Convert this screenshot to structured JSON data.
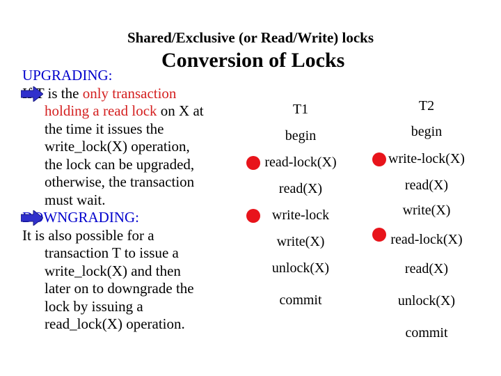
{
  "header": "Shared/Exclusive (or Read/Write) locks",
  "title": "Conversion of Locks",
  "upgrading": {
    "heading": "UPGRADING:",
    "lines": [
      {
        "t": "If T is the ",
        "r": "only transaction",
        "e": ""
      },
      {
        "t": "",
        "r": "holding a read lock",
        "e": " on X at"
      },
      {
        "t": "the time it issues the",
        "r": "",
        "e": ""
      },
      {
        "t": "write_lock(X) operation,",
        "r": "",
        "e": ""
      },
      {
        "t": "the lock can be upgraded,",
        "r": "",
        "e": ""
      },
      {
        "t": "otherwise, the transaction",
        "r": "",
        "e": ""
      },
      {
        "t": "must wait.",
        "r": "",
        "e": ""
      }
    ]
  },
  "downgrading": {
    "heading": "DOWNGRADING:",
    "lines": [
      "It is also possible for a",
      "transaction T to issue a",
      "write_lock(X) and then",
      "later on to downgrade the",
      "lock by issuing a",
      "read_lock(X) operation."
    ]
  },
  "table": {
    "t1": [
      "T1",
      "begin",
      "read-lock(X)",
      "read(X)",
      "write-lock",
      "write(X)",
      "unlock(X)",
      "commit"
    ],
    "t2": [
      "T2",
      "begin",
      "write-lock(X)",
      "read(X)",
      "write(X)",
      "read-lock(X)",
      "read(X)",
      "unlock(X)",
      "commit"
    ]
  },
  "colors": {
    "arrow": "#3030cc",
    "bullet_dot": "#e8141b",
    "red_text": "#d42020"
  },
  "icons": [
    "arrow-right-icon",
    "red-dot-icon"
  ]
}
